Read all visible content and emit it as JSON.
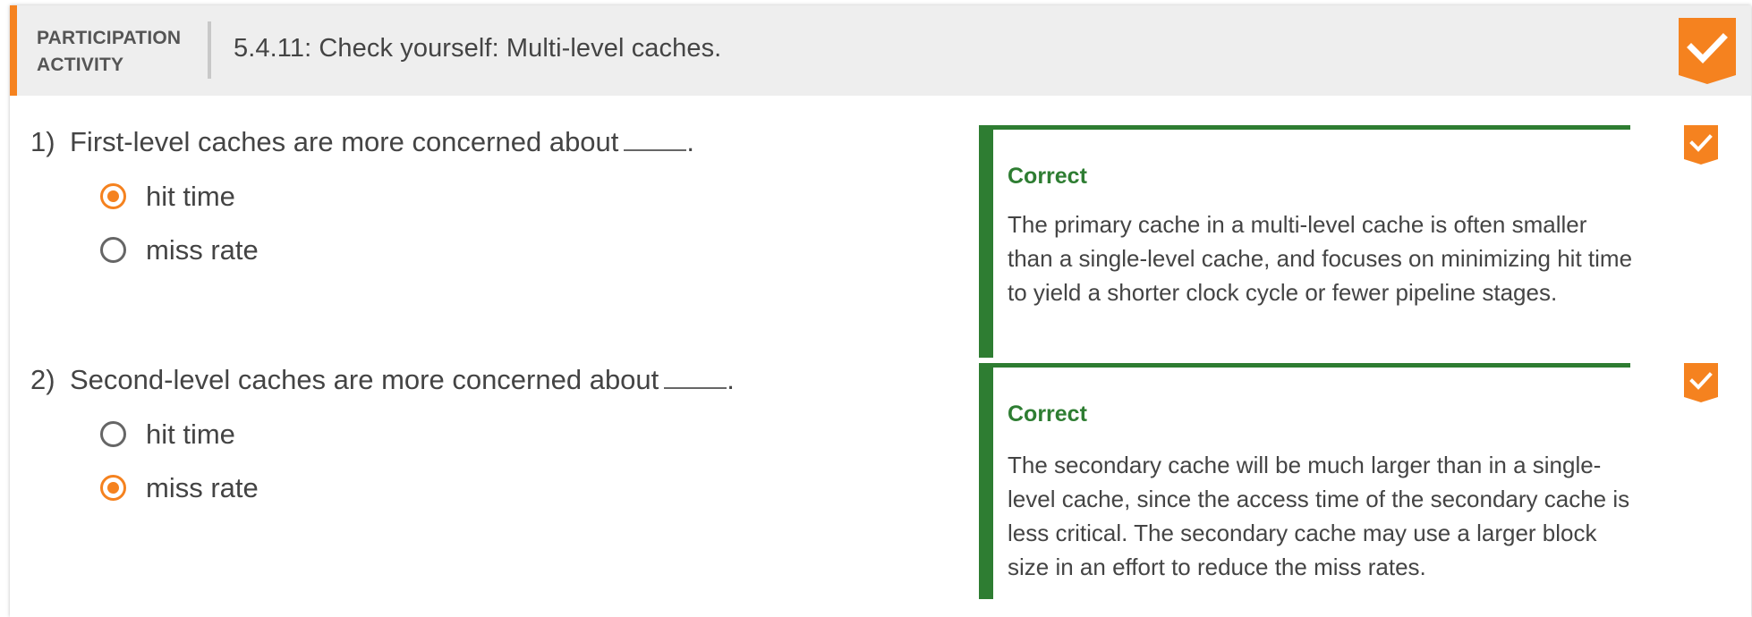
{
  "header": {
    "activity_type_line1": "PARTICIPATION",
    "activity_type_line2": "ACTIVITY",
    "title": "5.4.11: Check yourself: Multi-level caches.",
    "completion_icon": "check-icon",
    "accent_color": "#f5821f"
  },
  "questions": [
    {
      "number": "1)",
      "text": "First-level caches are more concerned about",
      "blank": "_____",
      "end": ".",
      "options": [
        {
          "label": "hit time",
          "selected": true
        },
        {
          "label": "miss rate",
          "selected": false
        }
      ],
      "feedback": {
        "status": "Correct",
        "text": "The primary cache in a multi-level cache is often smaller than a single-level cache, and focuses on minimizing hit time to yield a shorter clock cycle or fewer pipeline stages."
      },
      "status_icon": "check-icon"
    },
    {
      "number": "2)",
      "text": "Second-level caches are more concerned about",
      "blank": "_____",
      "end": ".",
      "options": [
        {
          "label": "hit time",
          "selected": false
        },
        {
          "label": "miss rate",
          "selected": true
        }
      ],
      "feedback": {
        "status": "Correct",
        "text": "The secondary cache will be much larger than in a single-level cache, since the access time of the secondary cache is less critical. The secondary cache may use a larger block size in an effort to reduce the miss rates."
      },
      "status_icon": "check-icon"
    }
  ],
  "colors": {
    "correct_green": "#2e7d32",
    "selected_orange": "#f5821f"
  }
}
